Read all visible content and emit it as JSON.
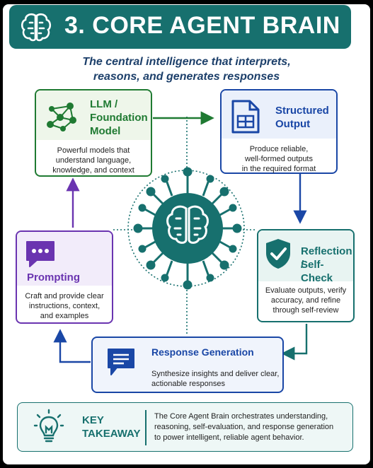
{
  "header": {
    "title": "3. CORE AGENT BRAIN",
    "subtitle_line1": "The central intelligence that interprets,",
    "subtitle_line2": "reasons, and generates responses"
  },
  "llm": {
    "title_line1": "LLM /",
    "title_line2": "Foundation",
    "title_line3": "Model",
    "desc_line1": "Powerful models that",
    "desc_line2": "understand language,",
    "desc_line3": "knowledge, and context"
  },
  "structured": {
    "title_line1": "Structured",
    "title_line2": "Output",
    "desc_line1": "Produce reliable,",
    "desc_line2": "well-formed outputs",
    "desc_line3": "in the required format"
  },
  "prompting": {
    "title": "Prompting",
    "desc_line1": "Craft and provide clear",
    "desc_line2": "instructions, context,",
    "desc_line3": "and examples"
  },
  "reflection": {
    "title_line1": "Reflection /",
    "title_line2": "Self-Check",
    "desc_line1": "Evaluate outputs, verify",
    "desc_line2": "accuracy, and refine",
    "desc_line3": "through self-review"
  },
  "response": {
    "title": "Response Generation",
    "desc_line1": "Synthesize insights and deliver clear,",
    "desc_line2": "actionable responses"
  },
  "takeaway": {
    "label_line1": "KEY",
    "label_line2": "TAKEAWAY",
    "text_line1": "The Core Agent Brain orchestrates understanding,",
    "text_line2": "reasoning, self-evaluation, and response generation",
    "text_line3": "to power intelligent, reliable agent behavior."
  },
  "colors": {
    "teal": "#17706e",
    "green": "#1f7a32",
    "blue": "#1a47a6",
    "purple": "#6a34b0",
    "navy": "#1c3f6a"
  },
  "icons": [
    "brain-icon",
    "network-icon",
    "document-table-icon",
    "chat-bubble-icon",
    "shield-check-icon",
    "message-lines-icon",
    "lightbulb-icon",
    "brain-virus-icon"
  ]
}
